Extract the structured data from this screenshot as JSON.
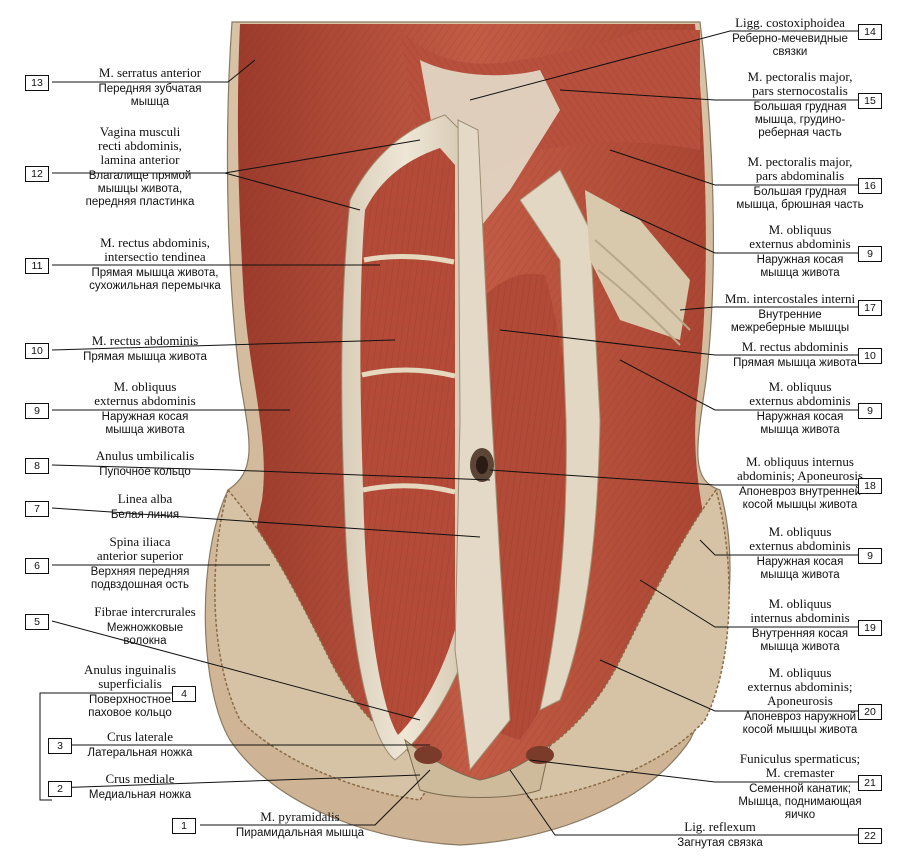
{
  "labels": [
    {
      "num": "13",
      "lat": [
        "M. serratus anterior"
      ],
      "ru": [
        "Передняя зубчатая",
        "мышца"
      ]
    },
    {
      "num": "12",
      "lat": [
        "Vagina musculi",
        "recti abdominis,",
        "lamina anterior"
      ],
      "ru": [
        "Влагалище прямой",
        "мышцы живота,",
        "передняя пластинка"
      ]
    },
    {
      "num": "11",
      "lat": [
        "M. rectus abdominis,",
        "intersectio tendinea"
      ],
      "ru": [
        "Прямая мышца живота,",
        "сухожильная перемычка"
      ]
    },
    {
      "num": "10",
      "lat": [
        "M. rectus abdominis"
      ],
      "ru": [
        "Прямая мышца живота"
      ]
    },
    {
      "num": "9",
      "lat": [
        "M. obliquus",
        "externus abdominis"
      ],
      "ru": [
        "Наружная косая",
        "мышца живота"
      ]
    },
    {
      "num": "8",
      "lat": [
        "Anulus umbilicalis"
      ],
      "ru": [
        "Пупочное кольцо"
      ]
    },
    {
      "num": "7",
      "lat": [
        "Linea alba"
      ],
      "ru": [
        "Белая линия"
      ]
    },
    {
      "num": "6",
      "lat": [
        "Spina iliaca",
        "anterior superior"
      ],
      "ru": [
        "Верхняя передняя",
        "подвздошная ость"
      ]
    },
    {
      "num": "5",
      "lat": [
        "Fibrae intercrurales"
      ],
      "ru": [
        "Межножковые",
        "волокна"
      ]
    },
    {
      "num": "4",
      "lat": [
        "Anulus inguinalis",
        "superficialis"
      ],
      "ru": [
        "Поверхностное",
        "паховое кольцо"
      ]
    },
    {
      "num": "3",
      "lat": [
        "Crus laterale"
      ],
      "ru": [
        "Латеральная ножка"
      ]
    },
    {
      "num": "2",
      "lat": [
        "Crus mediale"
      ],
      "ru": [
        "Медиальная ножка"
      ]
    },
    {
      "num": "1",
      "lat": [
        "M. pyramidalis"
      ],
      "ru": [
        "Пирамидальная мышца"
      ]
    },
    {
      "num": "14",
      "lat": [
        "Ligg. costoxiphoidea"
      ],
      "ru": [
        "Реберно-мечевидные",
        "связки"
      ]
    },
    {
      "num": "15",
      "lat": [
        "M. pectoralis major,",
        "pars sternocostalis"
      ],
      "ru": [
        "Большая грудная",
        "мышца, грудино-",
        "реберная часть"
      ]
    },
    {
      "num": "16",
      "lat": [
        "M. pectoralis major,",
        "pars abdominalis"
      ],
      "ru": [
        "Большая грудная",
        "мышца, брюшная часть"
      ]
    },
    {
      "num": "9",
      "lat": [
        "M. obliquus",
        "externus abdominis"
      ],
      "ru": [
        "Наружная косая",
        "мышца живота"
      ]
    },
    {
      "num": "17",
      "lat": [
        "Mm. intercostales interni"
      ],
      "ru": [
        "Внутренние",
        "межреберные мышцы"
      ]
    },
    {
      "num": "10",
      "lat": [
        "M. rectus abdominis"
      ],
      "ru": [
        "Прямая мышца живота"
      ]
    },
    {
      "num": "9",
      "lat": [
        "M. obliquus",
        "externus abdominis"
      ],
      "ru": [
        "Наружная косая",
        "мышца живота"
      ]
    },
    {
      "num": "18",
      "lat": [
        "M. obliquus internus",
        "abdominis; Aponeurosis"
      ],
      "ru": [
        "Апоневроз внутренней",
        "косой мышцы живота"
      ]
    },
    {
      "num": "9",
      "lat": [
        "M. obliquus",
        "externus abdominis"
      ],
      "ru": [
        "Наружная косая",
        "мышца живота"
      ]
    },
    {
      "num": "19",
      "lat": [
        "M. obliquus",
        "internus abdominis"
      ],
      "ru": [
        "Внутренняя косая",
        "мышца живота"
      ]
    },
    {
      "num": "20",
      "lat": [
        "M. obliquus",
        "externus abdominis;",
        "Aponeurosis"
      ],
      "ru": [
        "Апоневроз наружной",
        "косой мышцы живота"
      ]
    },
    {
      "num": "21",
      "lat": [
        "Funiculus spermaticus;",
        "M. cremaster"
      ],
      "ru": [
        "Семенной канатик;",
        "Мышца, поднимающая",
        "яичко"
      ]
    },
    {
      "num": "22",
      "lat": [
        "Lig. reflexum"
      ],
      "ru": [
        "Загнутая связка"
      ]
    }
  ]
}
